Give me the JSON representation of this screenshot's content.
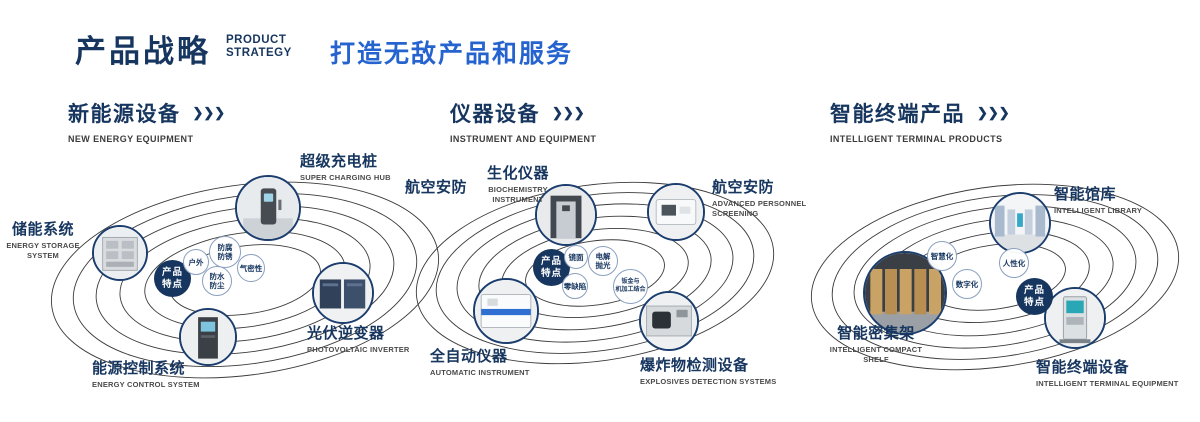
{
  "header": {
    "title_cn": "产品战略",
    "title_en_line1": "PRODUCT",
    "title_en_line2": "STRATEGY",
    "slogan": "打造无敌产品和服务"
  },
  "icons": {
    "chevrons": "❯❯❯"
  },
  "sections": [
    {
      "title_cn": "新能源设备",
      "title_en": "NEW ENERGY EQUIPMENT",
      "badge": {
        "line1": "产品",
        "line2": "特点"
      },
      "features": [
        {
          "line1": "户外",
          "line2": ""
        },
        {
          "line1": "防腐",
          "line2": "防锈"
        },
        {
          "line1": "气密性",
          "line2": ""
        },
        {
          "line1": "防水",
          "line2": "防尘"
        }
      ],
      "products": [
        {
          "cn": "超级充电桩",
          "en": "SUPER CHARGING HUB"
        },
        {
          "cn": "储能系统",
          "en": "ENERGY STORAGE SYSTEM"
        },
        {
          "cn": "光伏逆变器",
          "en": "PHOTOVOLTAIC INVERTER"
        },
        {
          "cn": "能源控制系统",
          "en": "ENERGY CONTROL SYSTEM"
        }
      ]
    },
    {
      "title_cn": "仪器设备",
      "title_en": "INSTRUMENT AND EQUIPMENT",
      "floating_label": "航空安防",
      "badge": {
        "line1": "产品",
        "line2": "特点"
      },
      "features": [
        {
          "line1": "镜面",
          "line2": ""
        },
        {
          "line1": "电解",
          "line2": "抛光"
        },
        {
          "line1": "零缺陷",
          "line2": ""
        },
        {
          "line1": "钣金与",
          "line2": "机加工结合"
        }
      ],
      "products": [
        {
          "cn": "生化仪器",
          "en": "BIOCHEMISTRY INSTRUMENT"
        },
        {
          "cn": "航空安防",
          "en": "ADVANCED PERSONNEL SCREENING"
        },
        {
          "cn": "全自动仪器",
          "en": "AUTOMATIC INSTRUMENT"
        },
        {
          "cn": "爆炸物检测设备",
          "en": "EXPLOSIVES DETECTION SYSTEMS"
        }
      ]
    },
    {
      "title_cn": "智能终端产品",
      "title_en": "INTELLIGENT TERMINAL PRODUCTS",
      "badge": {
        "line1": "产品",
        "line2": "特点"
      },
      "features": [
        {
          "line1": "智慧化",
          "line2": ""
        },
        {
          "line1": "人性化",
          "line2": ""
        },
        {
          "line1": "数字化",
          "line2": ""
        }
      ],
      "products": [
        {
          "cn": "智能馆库",
          "en": "INTELLIGENT LIBRARY"
        },
        {
          "cn": "智能密集架",
          "en": "INTELLIGENT COMPACT SHELF"
        },
        {
          "cn": "智能终端设备",
          "en": "INTELLIGENT TERMINAL EQUIPMENT"
        }
      ]
    }
  ]
}
